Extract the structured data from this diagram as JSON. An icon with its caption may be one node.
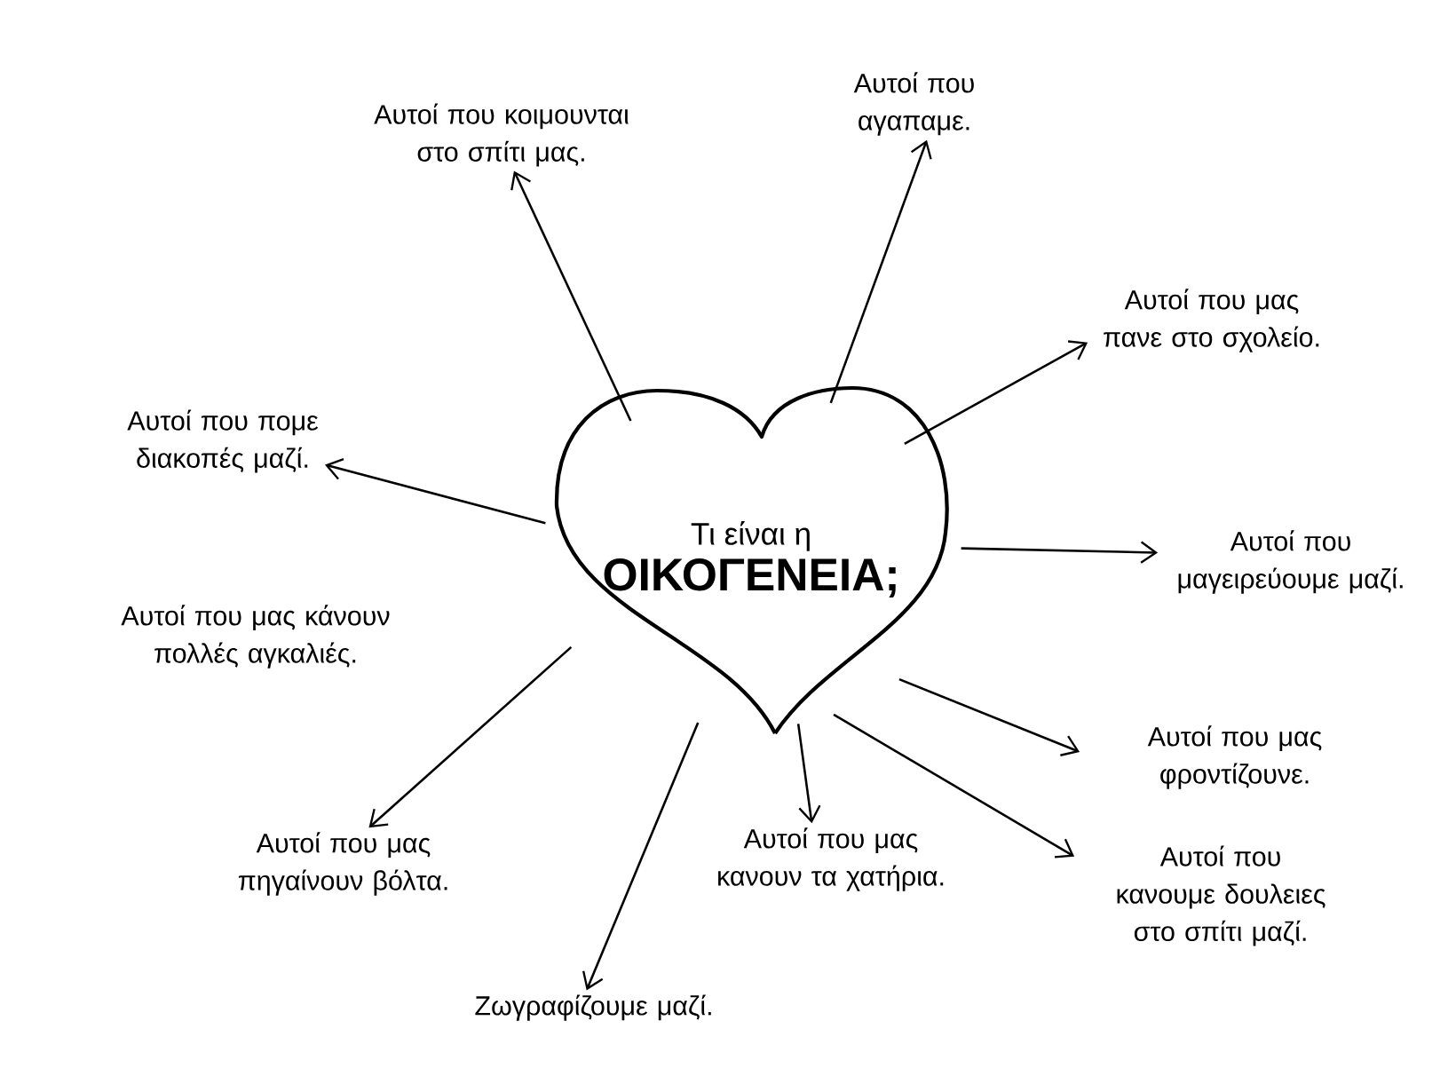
{
  "diagram": {
    "nodes": [
      {
        "text": [
          "Τι είναι η",
          "ΟΙΚΟΓΕΝΕΙΑ;"
        ]
      },
      {
        "text": [
          "Αυτοί που κοιμουνται στο σπίτι μας."
        ]
      },
      {
        "text": [
          "Αυτοί που αγαπαμε."
        ]
      },
      {
        "text": [
          "Αυτοί που μας πανε στο σχολείο."
        ]
      },
      {
        "text": [
          "Αυτοί που μαγειρεύουμε μαζί."
        ]
      },
      {
        "text": [
          "Αυτοί που μας φροντίζουνε."
        ]
      },
      {
        "text": [
          "Αυτοί που κανουμε δουλειες στο σπίτι μαζί."
        ]
      },
      {
        "text": [
          "Αυτοί που μας κανουν τα χατήρια."
        ]
      },
      {
        "text": [
          "Ζωγραφίζουμε μαζί."
        ]
      },
      {
        "text": [
          "Αυτοί που μας πηγαίνουν βόλτα."
        ]
      },
      {
        "text": [
          "Αυτοί που πομε διακοπές μαζί."
        ]
      }
    ],
    "edges": [
      {
        "from": 0,
        "to": 1,
        "arrow": "to"
      },
      {
        "from": 0,
        "to": 2,
        "arrow": "to"
      },
      {
        "from": 0,
        "to": 3,
        "arrow": "to"
      },
      {
        "from": 0,
        "to": 4,
        "arrow": "to"
      },
      {
        "from": 0,
        "to": 5,
        "arrow": "to"
      },
      {
        "from": 0,
        "to": 6,
        "arrow": "to"
      },
      {
        "from": 0,
        "to": 7,
        "arrow": "to"
      },
      {
        "from": 0,
        "to": 8,
        "arrow": "to"
      },
      {
        "from": 0,
        "to": 9,
        "arrow": "to"
      },
      {
        "from": 0,
        "to": 10,
        "arrow": "to"
      }
    ],
    "labels": [
      "Αυτοί που μας κάνουν πολλές αγκαλιές."
    ]
  }
}
